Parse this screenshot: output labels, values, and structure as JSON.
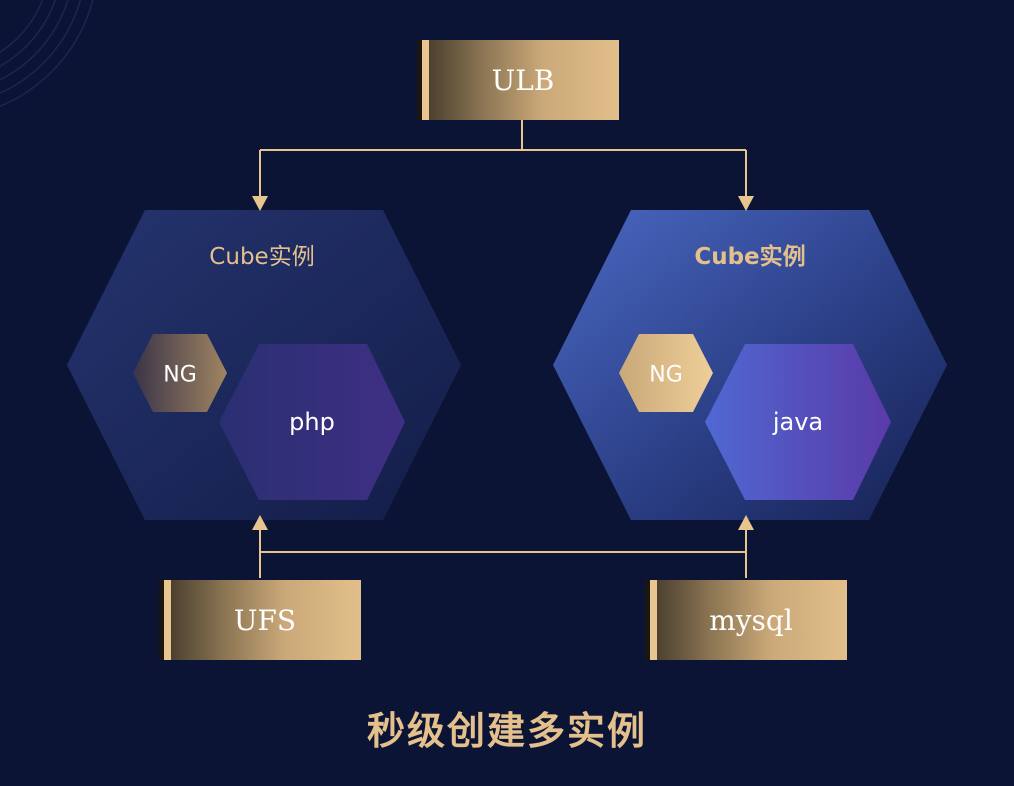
{
  "diagram": {
    "boxes": {
      "ulb": "ULB",
      "ufs": "UFS",
      "mysql": "mysql"
    },
    "cubes": [
      {
        "title": "Cube实例",
        "ng": "NG",
        "app": "php"
      },
      {
        "title": "Cube实例",
        "ng": "NG",
        "app": "java"
      }
    ],
    "caption": "秒级创建多实例"
  },
  "colors": {
    "background": "#0c1436",
    "gold": "#e3c08c",
    "line": "#e8c58f",
    "cube_left": "#1e2c62",
    "cube_right": "#3f5cb0",
    "app_purple": "#4a3a99"
  }
}
